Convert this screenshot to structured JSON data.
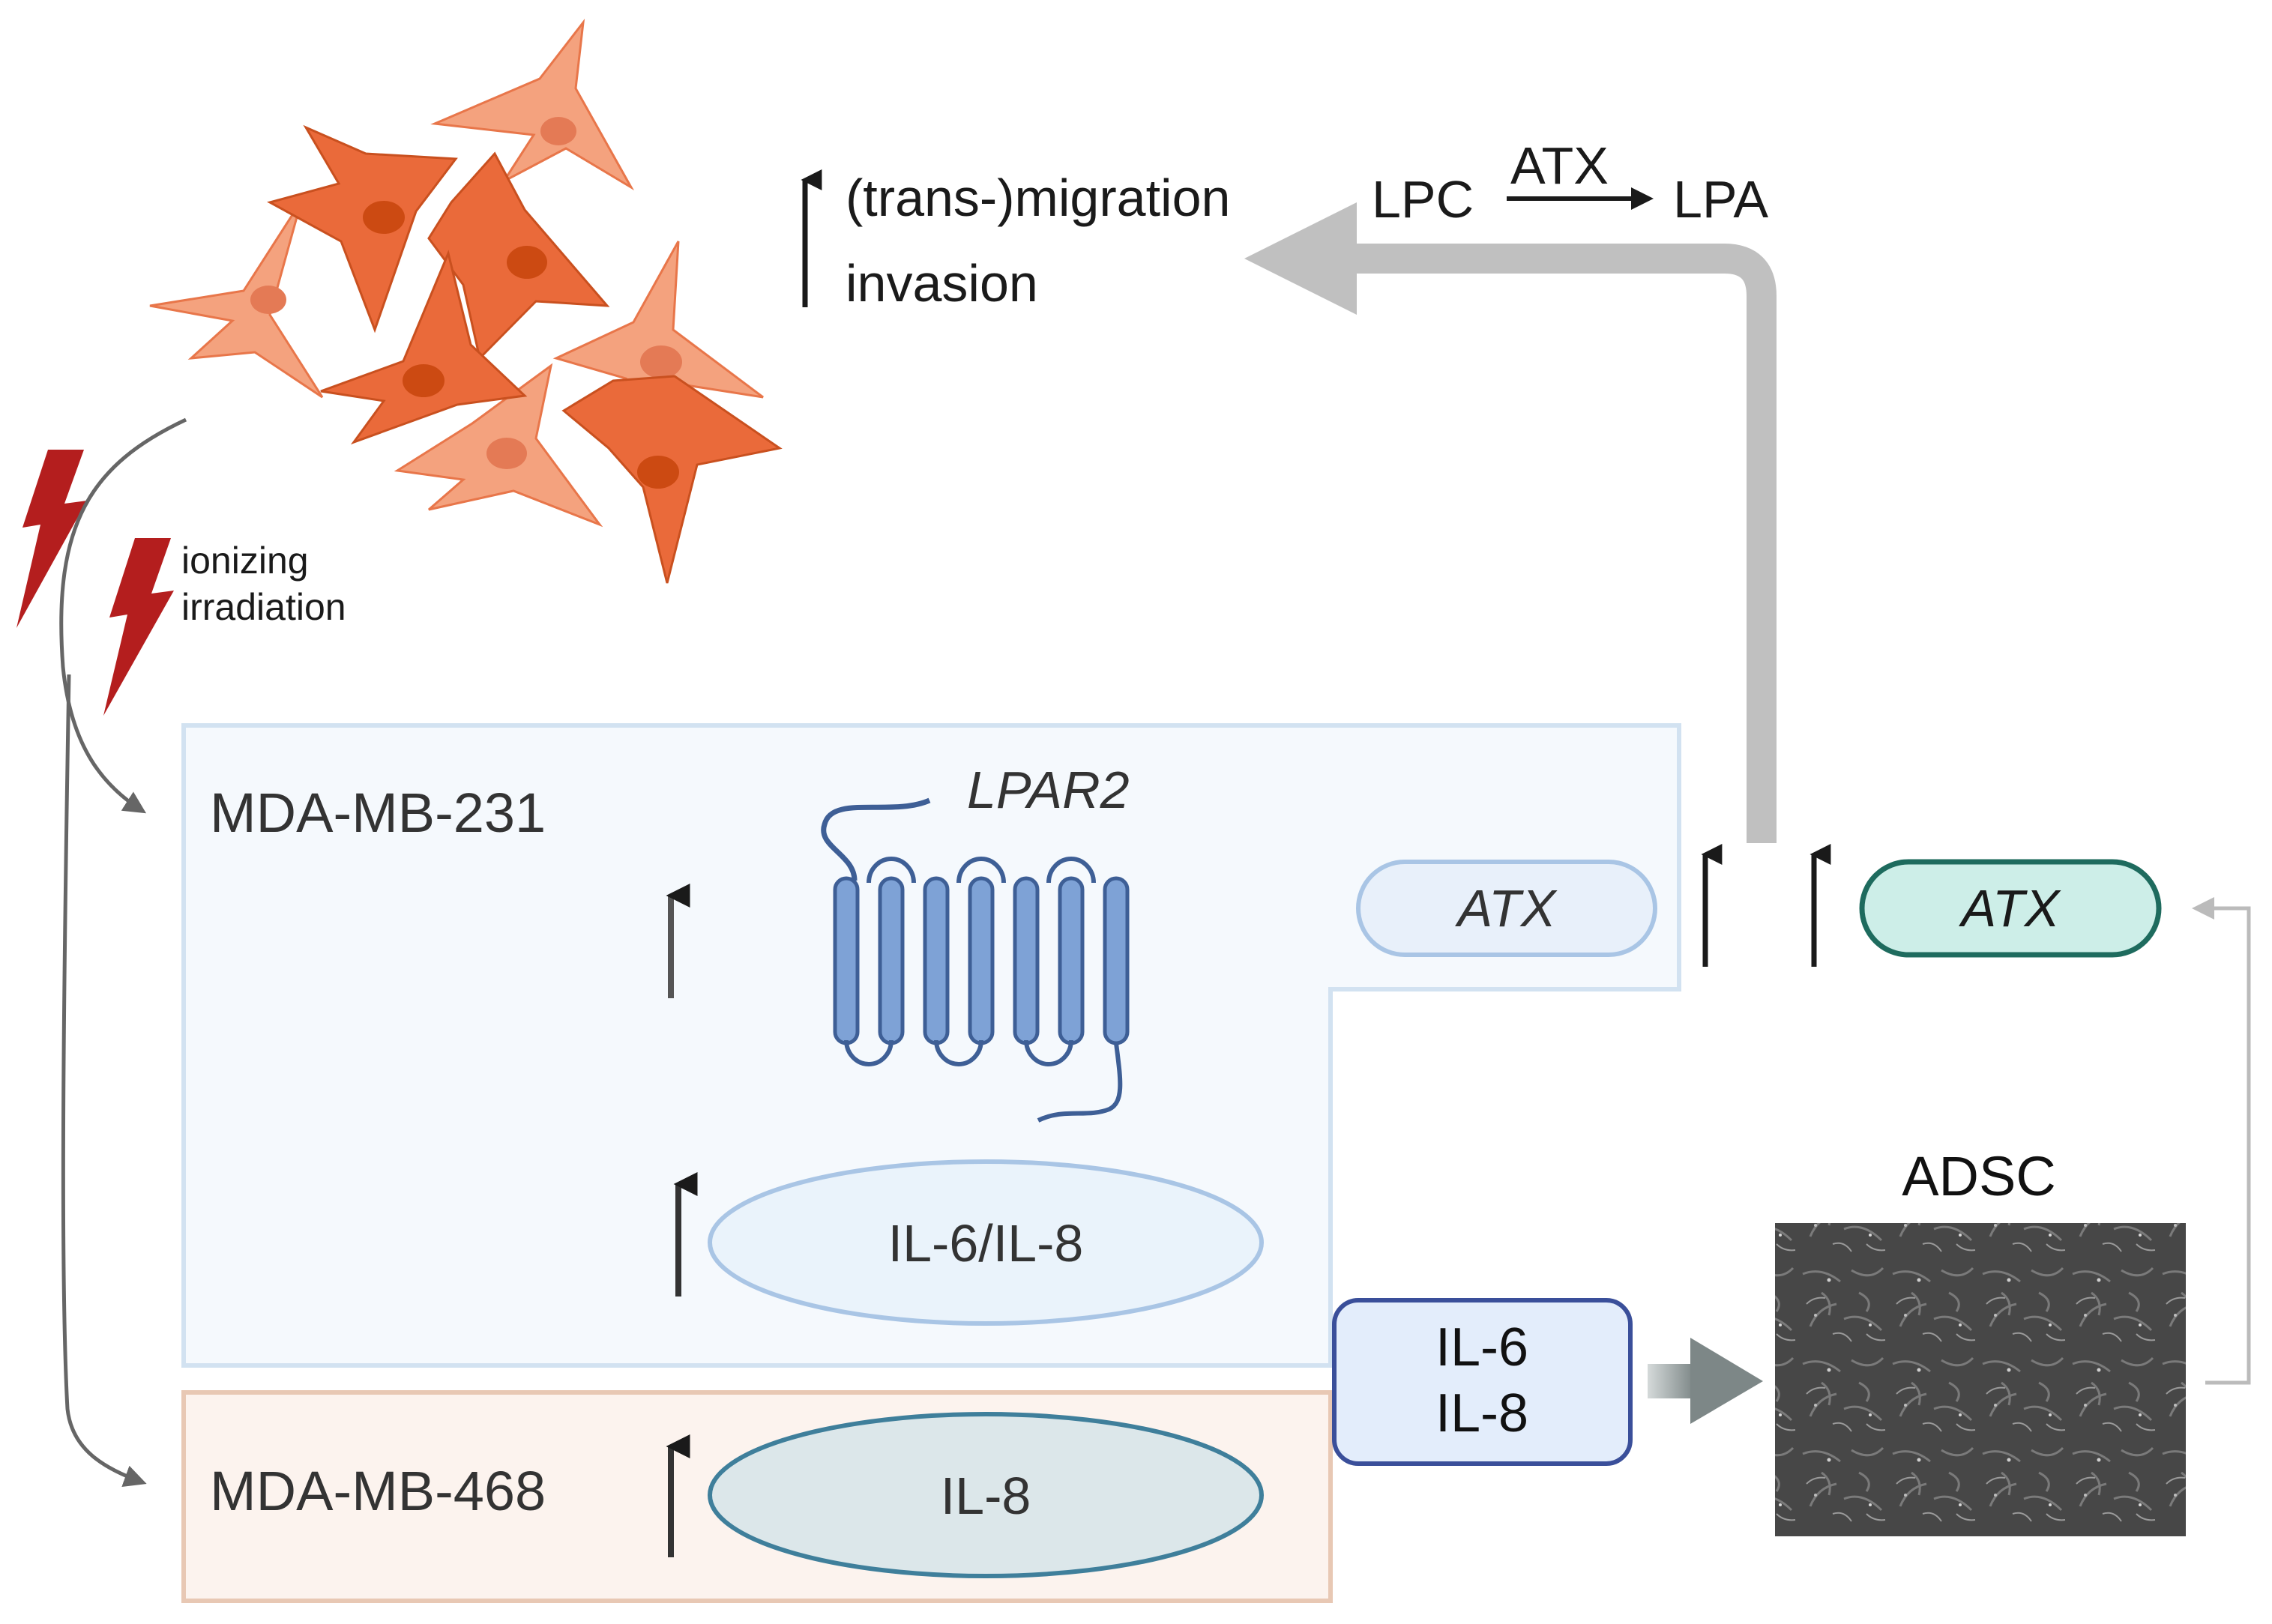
{
  "stimulus": {
    "label_line1": "ionizing",
    "label_line2": "irradiation",
    "icon": "lightning-bolt-icon",
    "color": "#b41e1e"
  },
  "outcome": {
    "line1": "(trans-)migration",
    "line2": "invasion",
    "direction": "up"
  },
  "reaction": {
    "substrate": "LPC",
    "enzyme": "ATX",
    "product": "LPA"
  },
  "cell_line_231": {
    "name": "MDA-MB-231",
    "receptor": "LPAR2",
    "cytokines": "IL-6/IL-8",
    "enzyme": "ATX",
    "fill": "#f5f9fd",
    "stroke": "#d2e2f1"
  },
  "cell_line_468": {
    "name": "MDA-MB-468",
    "cytokine": "IL-8",
    "fill": "#fcf3ee",
    "stroke": "#e8c8b4"
  },
  "secreted": {
    "line1": "IL-6",
    "line2": "IL-8"
  },
  "stem_cells": {
    "name": "ADSC",
    "enzyme": "ATX"
  },
  "colors": {
    "cell_dark": "#ea6a3a",
    "cell_light": "#f4a27e",
    "nucleus_dark": "#cc4a12",
    "nucleus_light": "#e47a55",
    "receptor_fill": "#7ea2d6",
    "receptor_stroke": "#3e5f96",
    "atx_adsc_fill": "#cdeee8",
    "atx_adsc_stroke": "#1e6b5e",
    "flow_arrow": "#c0c0c0"
  }
}
